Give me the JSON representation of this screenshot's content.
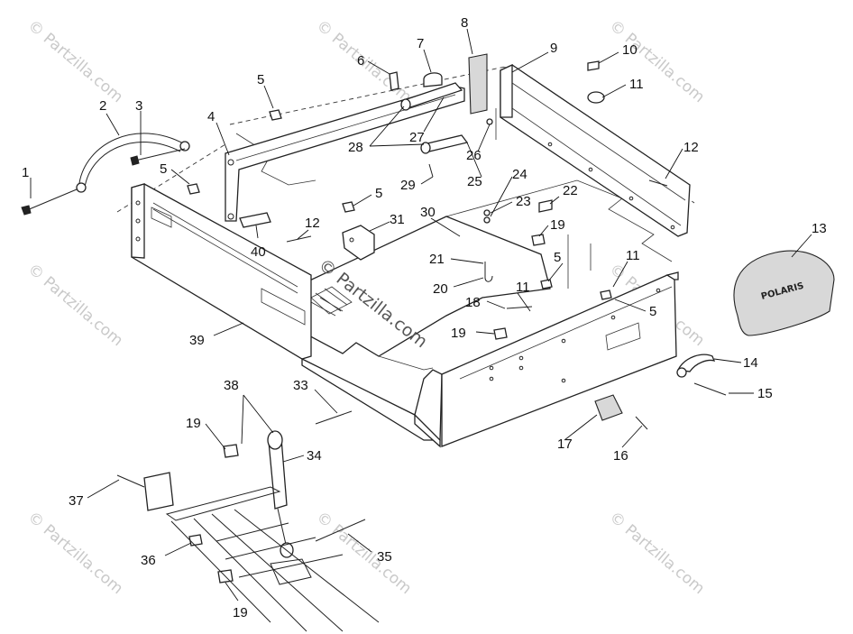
{
  "watermark": {
    "text": "© Partzilla.com",
    "center_text": "© Partzilla.com"
  },
  "logo": {
    "text": "POLARIS"
  },
  "callouts": [
    {
      "id": "c1",
      "label": "1"
    },
    {
      "id": "c2",
      "label": "2"
    },
    {
      "id": "c3",
      "label": "3"
    },
    {
      "id": "c4",
      "label": "4"
    },
    {
      "id": "c5a",
      "label": "5"
    },
    {
      "id": "c5b",
      "label": "5"
    },
    {
      "id": "c5c",
      "label": "5"
    },
    {
      "id": "c5d",
      "label": "5"
    },
    {
      "id": "c5e",
      "label": "5"
    },
    {
      "id": "c6",
      "label": "6"
    },
    {
      "id": "c7",
      "label": "7"
    },
    {
      "id": "c8",
      "label": "8"
    },
    {
      "id": "c9",
      "label": "9"
    },
    {
      "id": "c10",
      "label": "10"
    },
    {
      "id": "c11a",
      "label": "11"
    },
    {
      "id": "c11b",
      "label": "11"
    },
    {
      "id": "c11c",
      "label": "11"
    },
    {
      "id": "c12a",
      "label": "12"
    },
    {
      "id": "c12b",
      "label": "12"
    },
    {
      "id": "c13",
      "label": "13"
    },
    {
      "id": "c14",
      "label": "14"
    },
    {
      "id": "c15",
      "label": "15"
    },
    {
      "id": "c16",
      "label": "16"
    },
    {
      "id": "c17",
      "label": "17"
    },
    {
      "id": "c18",
      "label": "18"
    },
    {
      "id": "c19a",
      "label": "19"
    },
    {
      "id": "c19b",
      "label": "19"
    },
    {
      "id": "c19c",
      "label": "19"
    },
    {
      "id": "c19d",
      "label": "19"
    },
    {
      "id": "c20",
      "label": "20"
    },
    {
      "id": "c21",
      "label": "21"
    },
    {
      "id": "c22",
      "label": "22"
    },
    {
      "id": "c23",
      "label": "23"
    },
    {
      "id": "c24",
      "label": "24"
    },
    {
      "id": "c25",
      "label": "25"
    },
    {
      "id": "c26",
      "label": "26"
    },
    {
      "id": "c27",
      "label": "27"
    },
    {
      "id": "c28",
      "label": "28"
    },
    {
      "id": "c29",
      "label": "29"
    },
    {
      "id": "c30",
      "label": "30"
    },
    {
      "id": "c31",
      "label": "31"
    },
    {
      "id": "c33",
      "label": "33"
    },
    {
      "id": "c34",
      "label": "34"
    },
    {
      "id": "c35",
      "label": "35"
    },
    {
      "id": "c36",
      "label": "36"
    },
    {
      "id": "c37",
      "label": "37"
    },
    {
      "id": "c38",
      "label": "38"
    },
    {
      "id": "c39",
      "label": "39"
    },
    {
      "id": "c40",
      "label": "40"
    }
  ]
}
